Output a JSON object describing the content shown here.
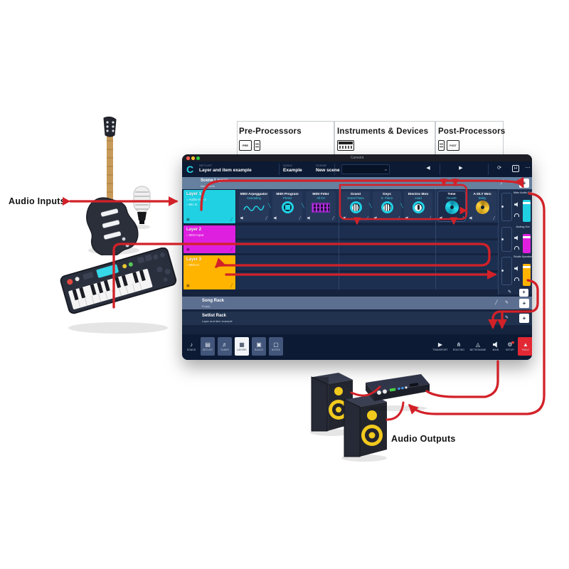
{
  "labels": {
    "audio_inputs": "Audio Inputs",
    "audio_outputs": "Audio Outputs"
  },
  "sections": [
    {
      "label": "Pre-Processors",
      "icon_box": "PRE"
    },
    {
      "label": "Instruments & Devices",
      "icon_box": ""
    },
    {
      "label": "Post-Processors",
      "icon_box": "POST",
      "icon_thin": "1"
    }
  ],
  "window": {
    "chrome_title": "Camelot",
    "titlebar": {
      "logo": "C",
      "fields": [
        {
          "label": "Setlist",
          "value": "Layer and item example"
        },
        {
          "label": "Song",
          "value": "Example"
        },
        {
          "label": "Scene",
          "value": "New scene"
        }
      ],
      "display_value": "m"
    },
    "scene_header": {
      "title": "Scene Layers",
      "subtitle": "New scene",
      "add": "+"
    },
    "layers": [
      {
        "name": "Layer 1",
        "color": "#1fd1e2",
        "inputs": [
          "Audio In 1-2",
          "Mic In"
        ]
      },
      {
        "name": "Layer 2",
        "color": "#df1fdf",
        "inputs": [
          "MIDI Input"
        ]
      },
      {
        "name": "Layer 3",
        "color": "#ffb400",
        "inputs": [
          "MIDI In"
        ]
      }
    ],
    "items": [
      {
        "title": "MIDI Arpeggiator",
        "subtitle": "Cascading"
      },
      {
        "title": "MIDI Program",
        "subtitle": "Preset"
      },
      {
        "title": "MIDI Filter",
        "subtitle": "All CH"
      },
      {
        "title": "Grand",
        "subtitle": "Grand Piano"
      },
      {
        "title": "Keys",
        "subtitle": "E. Piano"
      },
      {
        "title": "Electric Mini",
        "subtitle": "Lead"
      },
      {
        "title": "Time",
        "subtitle": "Reverb"
      },
      {
        "title": "A-DLY Mini",
        "subtitle": "Delay"
      }
    ],
    "mixer": {
      "strips": [
        {
          "label": "Main Audio Out",
          "color": "#1fd1e2"
        },
        {
          "label": "Analog Out",
          "color": "#df1fdf"
        },
        {
          "label": "Studio Speaker",
          "color": "#ffb400"
        }
      ]
    },
    "racks": [
      {
        "title": "Song Rack",
        "subtitle": "Empty"
      },
      {
        "title": "Setlist Rack",
        "subtitle": "Layer and item example"
      }
    ],
    "tabs_left": [
      {
        "label": "SONGS"
      },
      {
        "label": "SETLIST"
      },
      {
        "label": "TUNER"
      },
      {
        "label": "LAYERS"
      },
      {
        "label": "RACKS"
      },
      {
        "label": "NOTES"
      }
    ],
    "tabs_right": [
      {
        "label": "TRANSPORT"
      },
      {
        "label": "ROUTING"
      },
      {
        "label": "METRONOME"
      },
      {
        "label": "MAIN"
      },
      {
        "label": "SETUP"
      },
      {
        "label": "PANIC"
      }
    ]
  },
  "icons": {
    "prev": "◀",
    "next": "▶",
    "sync": "⟳",
    "save": "H",
    "more": "⋯",
    "pencil": "✎",
    "plus": "+",
    "slash": "╱",
    "connector": "╲",
    "minus": "−",
    "tabs_left": [
      "♪",
      "▤",
      "♬",
      "▦",
      "▣",
      "▢"
    ],
    "transport": "▶",
    "routing": "⋔",
    "metronome": "◬",
    "setup": "⚙",
    "panic": "▲"
  },
  "colors": {
    "routing_red": "#d22128",
    "window_bg": "#15233e",
    "accent_cyan": "#27d3e4"
  }
}
